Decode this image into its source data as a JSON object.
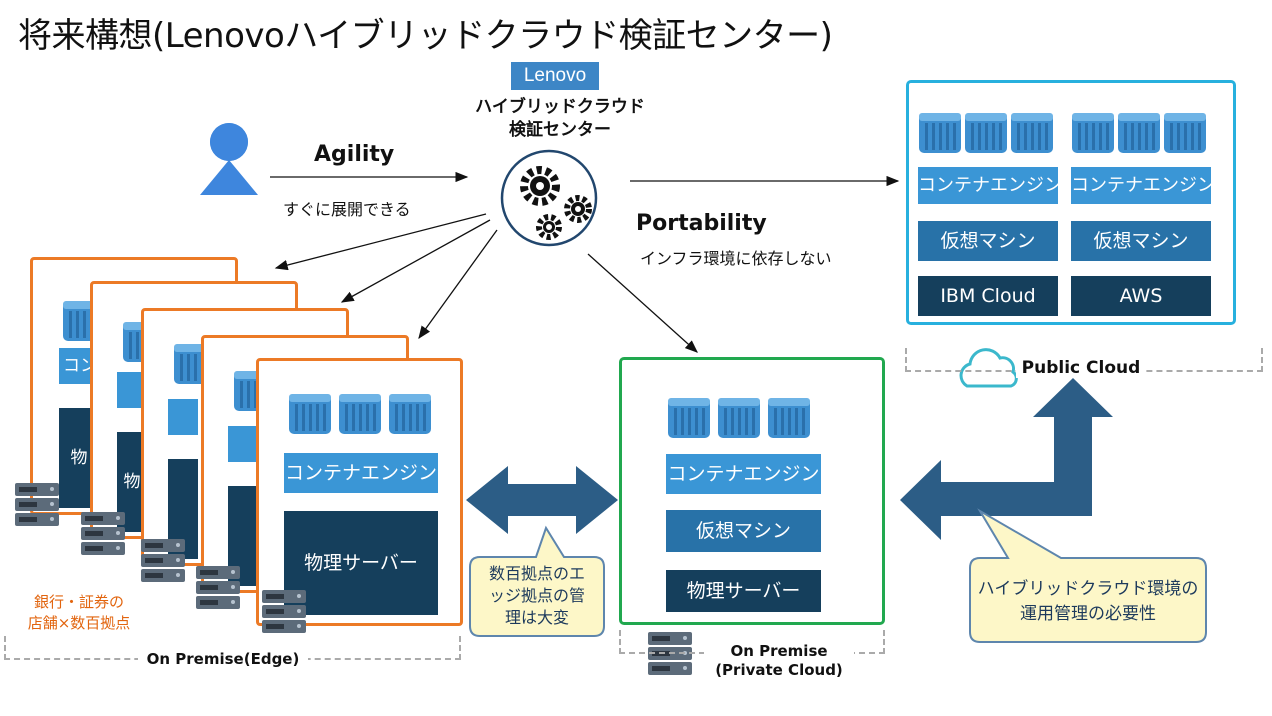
{
  "title": "将来構想(Lenovoハイブリッドクラウド検証センター)",
  "center": {
    "brand": "Lenovo",
    "title_line1": "ハイブリッドクラウド",
    "title_line2": "検証センター"
  },
  "agility": {
    "label": "Agility",
    "sub": "すぐに展開できる"
  },
  "portability": {
    "label": "Portability",
    "sub": "インフラ環境に依存しない"
  },
  "public_cloud": {
    "label": "Public Cloud",
    "columns": [
      {
        "engine": "コンテナエンジン",
        "vm": "仮想マシン",
        "provider": "IBM Cloud"
      },
      {
        "engine": "コンテナエンジン",
        "vm": "仮想マシン",
        "provider": "AWS"
      }
    ]
  },
  "private": {
    "engine": "コンテナエンジン",
    "vm": "仮想マシン",
    "server": "物理サーバー",
    "label_line1": "On Premise",
    "label_line2": "(Private Cloud)"
  },
  "edge": {
    "engine": "コンテナエンジン",
    "server": "物理サーバー",
    "partial_engine": "コン",
    "partial_server": "物",
    "partial_server_alt": "物",
    "location_line1": "銀行・証券の",
    "location_line2": "店舗×数百拠点",
    "label": "On Premise(Edge)"
  },
  "callout_edge": {
    "line1": "数百拠点のエ",
    "line2": "ッジ拠点の管",
    "line3": "理は大変"
  },
  "callout_hybrid": {
    "line1": "ハイブリッドクラウド環境の",
    "line2": "運用管理の必要性"
  },
  "colors": {
    "edge_border": "#ec7a26",
    "cloud_border": "#27b0de",
    "private_border": "#21a84f",
    "bar_light": "#3a96d6",
    "bar_mid": "#2872a8",
    "bar_dark": "#153f5c",
    "arrow": "#2c5d86",
    "callout_fill": "#fdf7c8",
    "callout_border": "#5e86ad"
  }
}
